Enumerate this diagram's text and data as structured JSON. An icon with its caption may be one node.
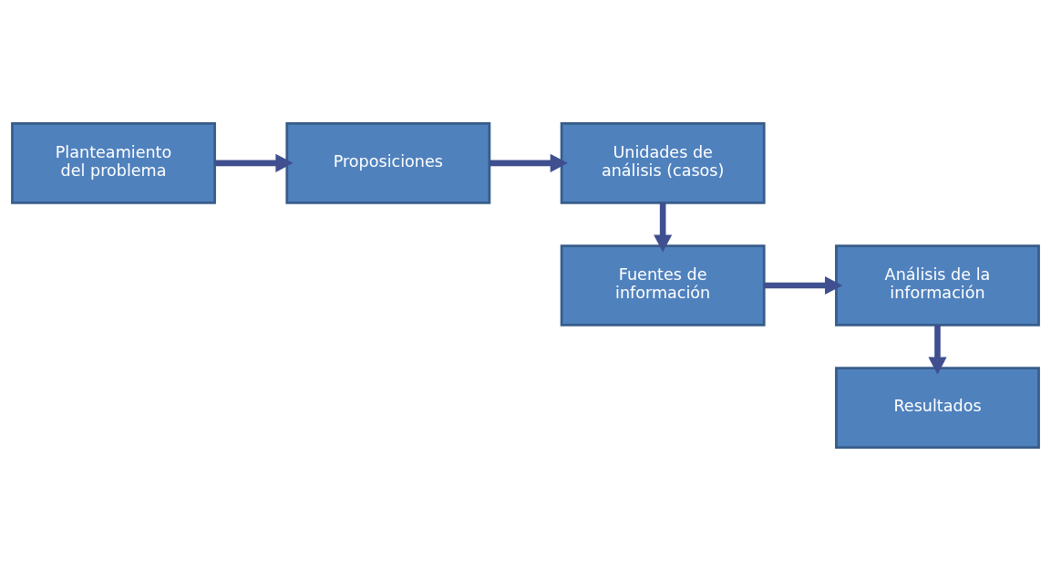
{
  "diagram": {
    "nodes": [
      {
        "text": [
          "Planteamiento del problema"
        ]
      },
      {
        "text": [
          "Proposiciones"
        ]
      },
      {
        "text": [
          "Unidades de análisis (casos)"
        ]
      },
      {
        "text": [
          "Fuentes de información"
        ]
      },
      {
        "text": [
          "Análisis de la información"
        ]
      },
      {
        "text": [
          "Resultados"
        ]
      }
    ],
    "edges": [
      {
        "from": 0,
        "to": 1,
        "arrow": "to"
      },
      {
        "from": 1,
        "to": 2,
        "arrow": "to"
      },
      {
        "from": 2,
        "to": 3,
        "arrow": "to"
      },
      {
        "from": 3,
        "to": 4,
        "arrow": "to"
      },
      {
        "from": 4,
        "to": 5,
        "arrow": "to"
      }
    ]
  }
}
